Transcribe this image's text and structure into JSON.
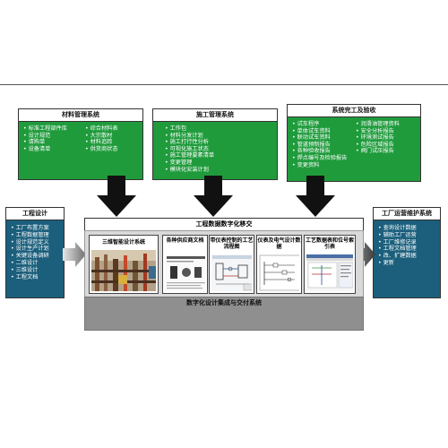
{
  "material": {
    "title": "材料管理系统",
    "col1": [
      "标准工程部件库",
      "设计规范",
      "请购单",
      "设备清单"
    ],
    "col2": [
      "综合材料表",
      "大宗散材",
      "材料追踪",
      "供货商状态"
    ]
  },
  "construction": {
    "title": "施工管理系统",
    "items": [
      "工作包",
      "材料分发计划",
      "施工打行性分析",
      "可视化施工状态",
      "施工管理要素清单",
      "变更管理",
      "模块化安装计划"
    ]
  },
  "completion": {
    "title": "系统完工及验收",
    "col1": [
      "试车程序",
      "单体试车资料",
      "联动试车资料",
      "管道预制报告",
      "各种验收报告",
      "焊点编号及检验报告",
      "变更资料"
    ],
    "col2": [
      "润滑油管理资料",
      "安全分析报告",
      "环境测试报告",
      "危险区域报告",
      "阀门试压报告"
    ]
  },
  "design": {
    "title": "工程设计",
    "items": [
      "工厂布置方案",
      "工程数据管理",
      "设计规范定义",
      "设计生产计划",
      "关键设备调研",
      "二维设计",
      "三维设计",
      "工程文档"
    ]
  },
  "ops": {
    "title": "工厂运营维护系统",
    "items": [
      "查询设计数据",
      "辅助工厂运营",
      "工厂维修记录",
      "工程文档管理",
      "改、扩建数据",
      "更新"
    ]
  },
  "center": {
    "title": "工程数据数字化移交",
    "cards": [
      {
        "label": "三维智能设计系统"
      },
      {
        "label": "各种供应商文档"
      },
      {
        "label": "带仪表控制的工艺流程图"
      },
      {
        "label": "仪表及电气设计数据"
      },
      {
        "label": "工艺数据表和位号索引表"
      }
    ],
    "footer": "数字化设计集成与交付系统"
  },
  "colors": {
    "green": "#1f9b3c",
    "teal": "#1b5f7c",
    "gray": "#8f8f8f",
    "arrow": "#111111"
  }
}
